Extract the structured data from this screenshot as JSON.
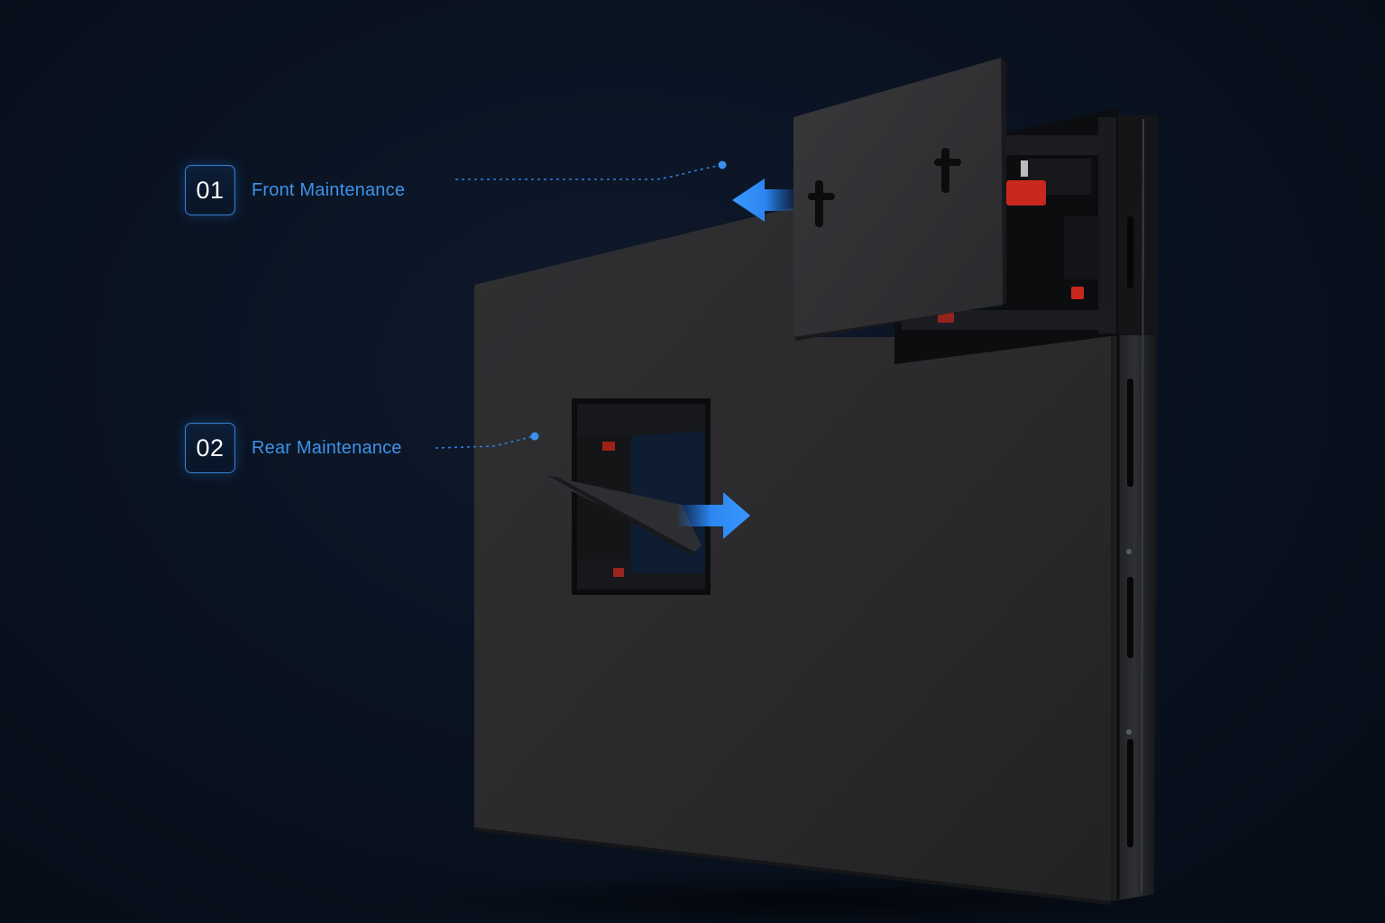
{
  "callouts": [
    {
      "number": "01",
      "label": "Front Maintenance"
    },
    {
      "number": "02",
      "label": "Rear Maintenance"
    }
  ],
  "colors": {
    "accent": "#3d93ea",
    "badge_border": "#3a7fd0",
    "panel": "#2c2c2e",
    "frame": "#111214",
    "latch_red": "#c8281e"
  },
  "icons": {
    "front_arrow": "arrow-left-icon",
    "rear_arrow": "arrow-right-icon",
    "handles": "handle-icon"
  }
}
